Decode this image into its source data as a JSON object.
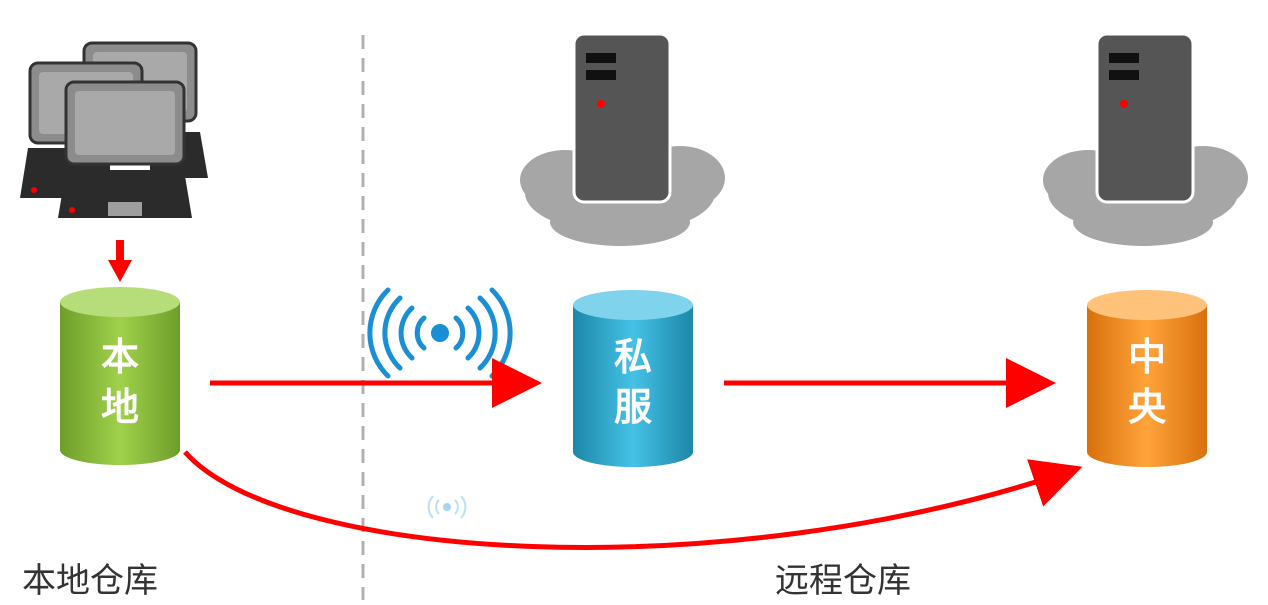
{
  "colors": {
    "arrow": "#ff0000",
    "divider": "#b0b0b0",
    "local_db": "#8dc63f",
    "private_db": "#31b0d5",
    "central_db": "#f7941d",
    "server_body": "#555555",
    "cloud": "#a6a6a6",
    "computer": "#8c8c8c",
    "signal": "#1a8fd6"
  },
  "icons": {
    "computers": "computer-cluster-icon",
    "servers": "server-tower-icon",
    "clouds": "cloud-icon",
    "wireless": "wireless-signal-icon"
  },
  "databases": {
    "local": {
      "line1": "本",
      "line2": "地"
    },
    "private": {
      "line1": "私",
      "line2": "服"
    },
    "central": {
      "line1": "中",
      "line2": "央"
    }
  },
  "sections": {
    "local_label": "本地仓库",
    "remote_label": "远程仓库"
  }
}
